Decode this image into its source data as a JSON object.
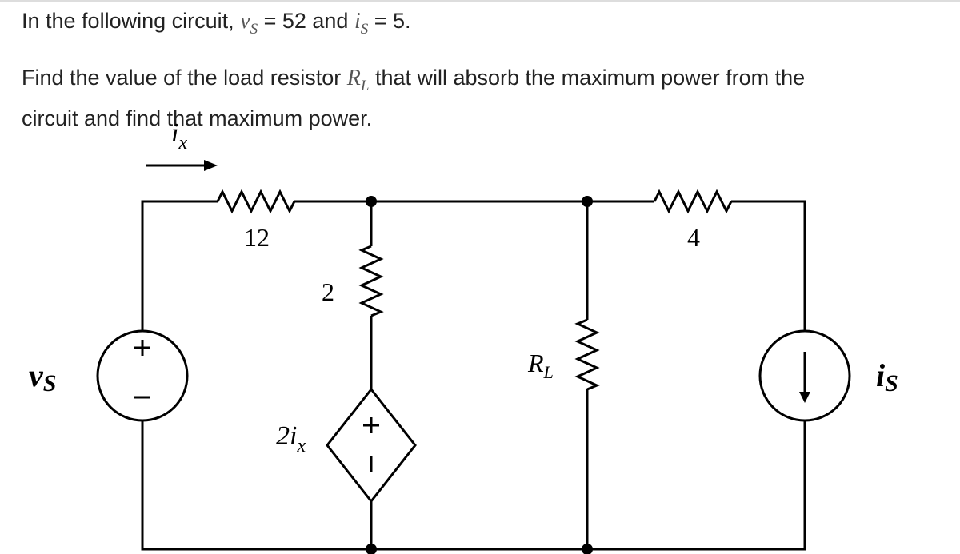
{
  "question": {
    "intro_prefix": "In the following circuit,",
    "vs_symbol": "v",
    "vs_subscript": "S",
    "vs_eq": "= 52 and",
    "is_symbol": "i",
    "is_subscript": "S",
    "is_eq": "= 5.",
    "find_prefix": "Find the value of the load resistor",
    "rl_symbol": "R",
    "rl_subscript": "L",
    "find_suffix": "that will absorb the maximum power from the",
    "find_line2": "circuit and find that maximum power."
  },
  "circuit": {
    "ix_label": "i",
    "ix_sub": "x",
    "r12_label": "12",
    "r2_label": "2",
    "r4_label": "4",
    "dep_source_coef": "2i",
    "dep_source_sub": "x",
    "rl_label": "R",
    "rl_sub": "L",
    "vs_label": "v",
    "vs_sub": "S",
    "is_label": "i",
    "is_sub": "S",
    "plus_sign": "+",
    "minus_sign": "−"
  }
}
